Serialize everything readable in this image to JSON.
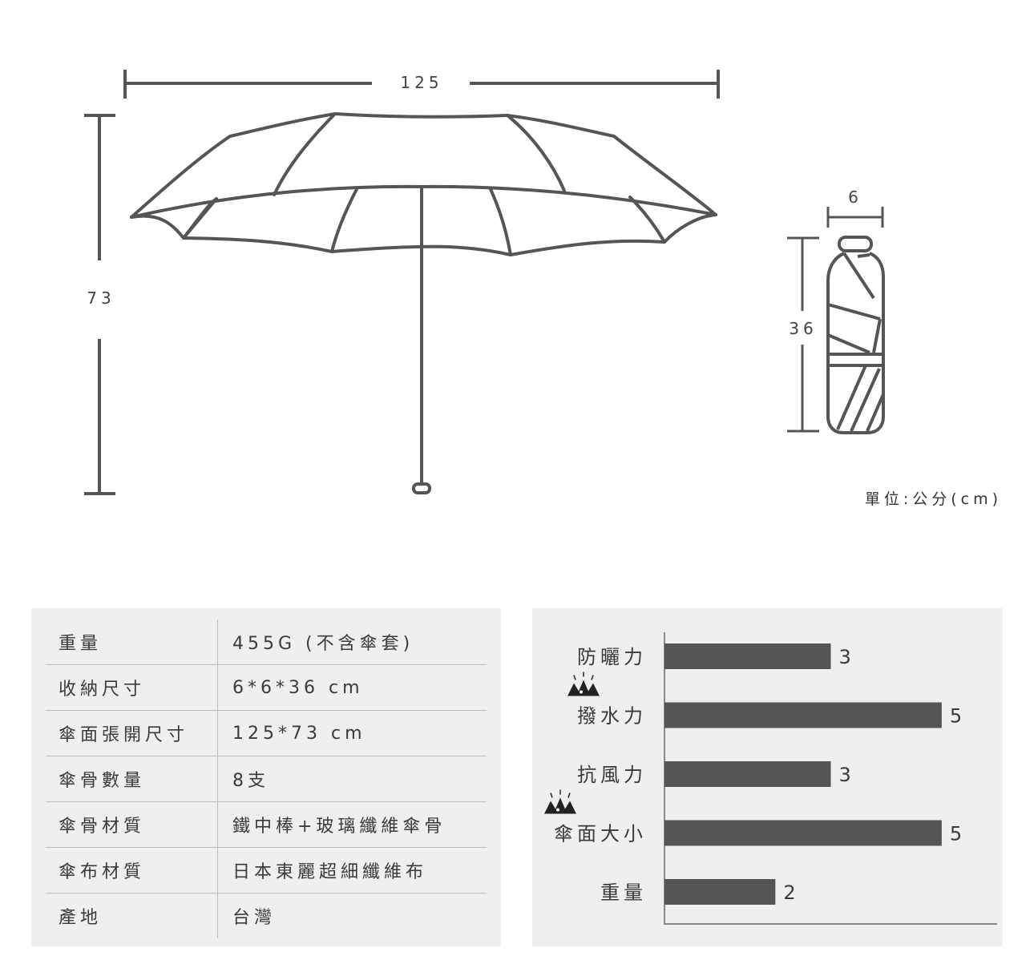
{
  "diagram": {
    "open_width": "125",
    "open_height": "73",
    "folded_width": "6",
    "folded_length": "36",
    "unit_note": "單位:公分(cm)"
  },
  "specs": [
    {
      "label": "重量",
      "value": "455G (不含傘套)"
    },
    {
      "label": "收納尺寸",
      "value": "6*6*36 cm"
    },
    {
      "label": "傘面張開尺寸",
      "value": "125*73 cm"
    },
    {
      "label": "傘骨數量",
      "value": "8支"
    },
    {
      "label": "傘骨材質",
      "value": "鐵中棒+玻璃纖維傘骨"
    },
    {
      "label": "傘布材質",
      "value": "日本東麗超細纖維布"
    },
    {
      "label": "產地",
      "value": "台灣"
    }
  ],
  "colors": {
    "bar": "#555555",
    "line": "#555555",
    "panel": "#efefef"
  },
  "chart_data": {
    "type": "bar",
    "orientation": "horizontal",
    "categories": [
      "防曬力",
      "撥水力",
      "抗風力",
      "傘面大小",
      "重量"
    ],
    "values": [
      3,
      5,
      3,
      5,
      2
    ],
    "xlim": [
      0,
      6
    ],
    "highlighted": [
      "撥水力",
      "傘面大小"
    ],
    "highlight_icon": "crown-icon"
  }
}
